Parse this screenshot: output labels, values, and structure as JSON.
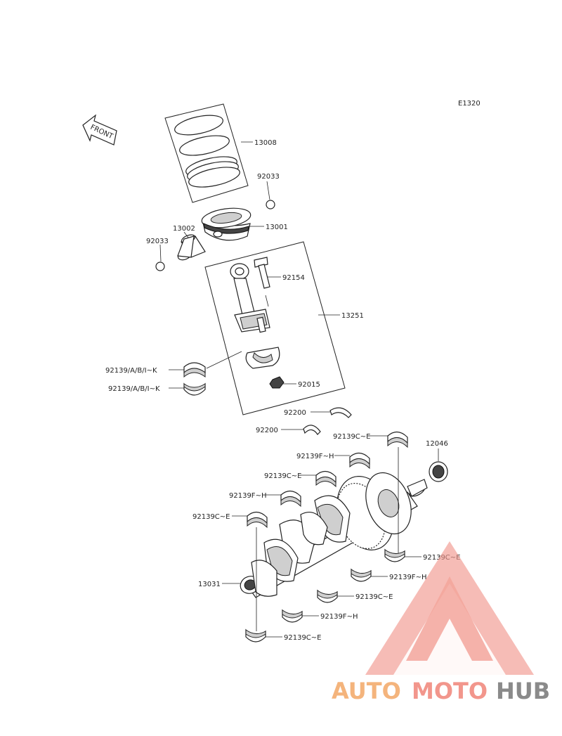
{
  "diagram_code": "E1320",
  "front_label": "FRONT",
  "parts": {
    "piston_rings": "13008",
    "circlip_right": "92033",
    "piston": "13001",
    "piston_pin": "13002",
    "circlip_left": "92033",
    "conrod_bolt": "92154",
    "conrod_assembly": "13251",
    "conrod_bearing_upper": "92139/A/B/I~K",
    "conrod_bearing_lower": "92139/A/B/I~K",
    "conrod_nut": "92015",
    "thrust_washer_1": "92200",
    "thrust_washer_2": "92200",
    "main_bearing_1": "92139C~E",
    "gear": "12046",
    "main_bearing_2": "92139F~H",
    "main_bearing_3": "92139C~E",
    "main_bearing_4": "92139F~H",
    "main_bearing_5": "92139C~E",
    "main_bearing_6": "92139C~E",
    "crankshaft": "13031",
    "main_bearing_7": "92139F~H",
    "main_bearing_8": "92139C~E",
    "main_bearing_9": "92139F~H",
    "main_bearing_10": "92139C~E"
  },
  "watermark": {
    "part1": "AUTO",
    "part2": "MOTO",
    "part3": "HUB",
    "colors": {
      "orange": "#f4b47c",
      "salmon": "#f2968c",
      "gray": "#8a8a8a"
    }
  }
}
